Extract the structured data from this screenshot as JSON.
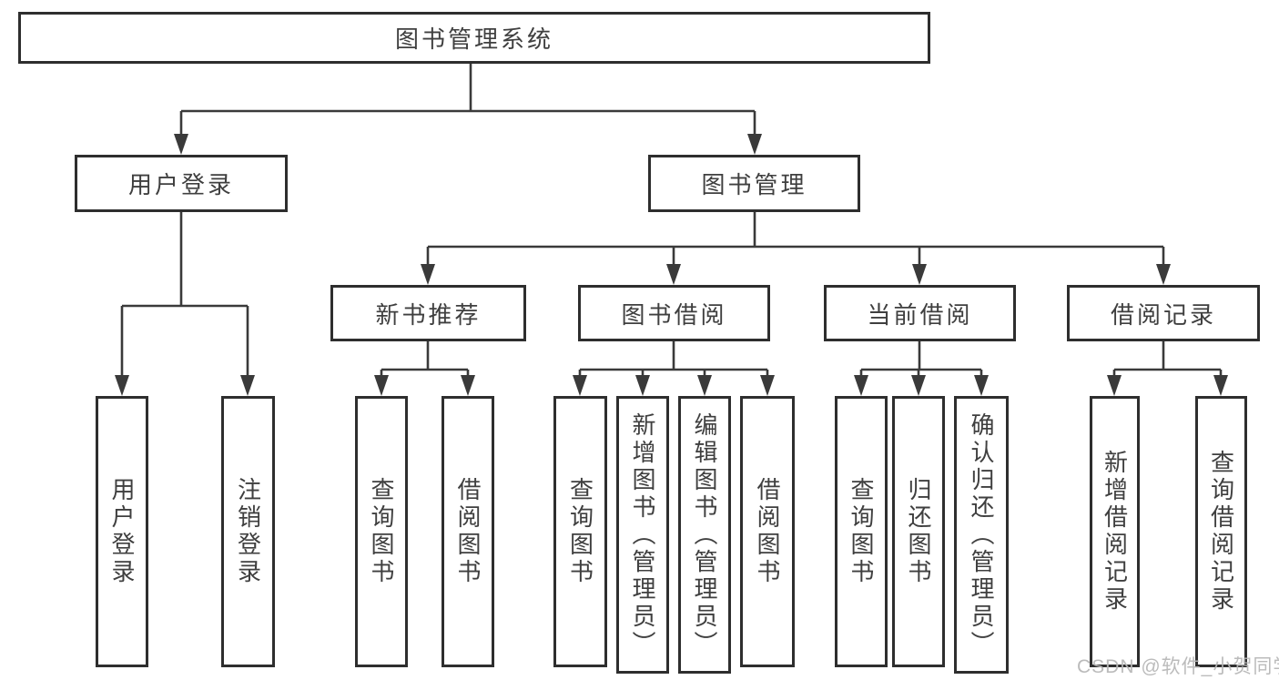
{
  "diagram_title": "图书管理系统",
  "tree": {
    "root": {
      "label": "图书管理系统"
    },
    "branches": [
      {
        "label": "用户登录",
        "children": [
          {
            "label": "用户登录"
          },
          {
            "label": "注销登录"
          }
        ]
      },
      {
        "label": "图书管理",
        "children": [
          {
            "label": "新书推荐",
            "children": [
              {
                "label": "查询图书"
              },
              {
                "label": "借阅图书"
              }
            ]
          },
          {
            "label": "图书借阅",
            "children": [
              {
                "label": "查询图书"
              },
              {
                "label": "新增图书（管理员）"
              },
              {
                "label": "编辑图书（管理员）"
              },
              {
                "label": "借阅图书"
              }
            ]
          },
          {
            "label": "当前借阅",
            "children": [
              {
                "label": "查询图书"
              },
              {
                "label": "归还图书"
              },
              {
                "label": "确认归还（管理员）"
              }
            ]
          },
          {
            "label": "借阅记录",
            "children": [
              {
                "label": "新增借阅记录"
              },
              {
                "label": "查询借阅记录"
              }
            ]
          }
        ]
      }
    ]
  },
  "watermark": {
    "text": "CSDN @软件_小贺同学",
    "color": "#b8b8b8"
  },
  "colors": {
    "box_border": "#2e2e2e",
    "connector": "#3a3a3a",
    "text": "#3f3f3f",
    "background": "#ffffff"
  }
}
